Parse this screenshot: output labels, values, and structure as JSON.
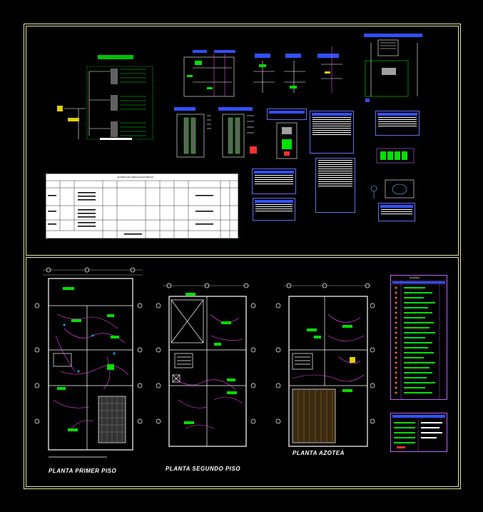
{
  "titles": {
    "plan1": "PLANTA PRIMER PISO",
    "plan2": "PLANTA SEGUNDO PISO",
    "plan3": "PLANTA AZOTEA"
  },
  "table": {
    "caption": "CUADRO DE CARGAS ELECTRICAS"
  },
  "legend": {
    "header": "LEYENDA"
  },
  "colors": {
    "frame": "#e8e8a0",
    "wall": "#ffffff",
    "wire": "#ff40ff",
    "label": "#00e000",
    "accent": "#3050ff",
    "grid": "#d0d0d0"
  }
}
